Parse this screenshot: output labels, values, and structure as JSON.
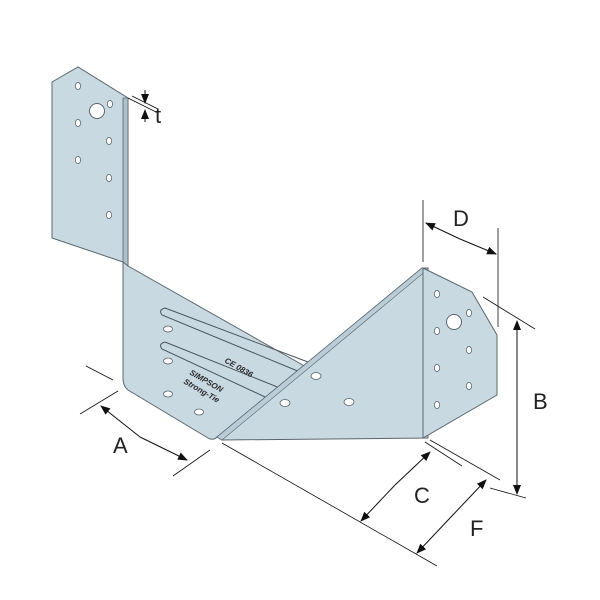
{
  "diagram": {
    "subject": "Angle bracket (hip/rafter connector) with dimension callouts",
    "colors": {
      "plate_fill": "#c9d9e2",
      "plate_shade": "#b9ccd7",
      "plate_edge": "#5a666d",
      "hole_fill": "#ffffff",
      "dim_line": "#111111",
      "background": "#ffffff"
    },
    "stamps": {
      "certification": "CE 0836",
      "brand_line1": "SIMPSON",
      "brand_line2": "Strong-Tie"
    },
    "dimensions": {
      "A": "A",
      "B": "B",
      "C": "C",
      "D": "D",
      "F": "F",
      "t": "t"
    }
  }
}
